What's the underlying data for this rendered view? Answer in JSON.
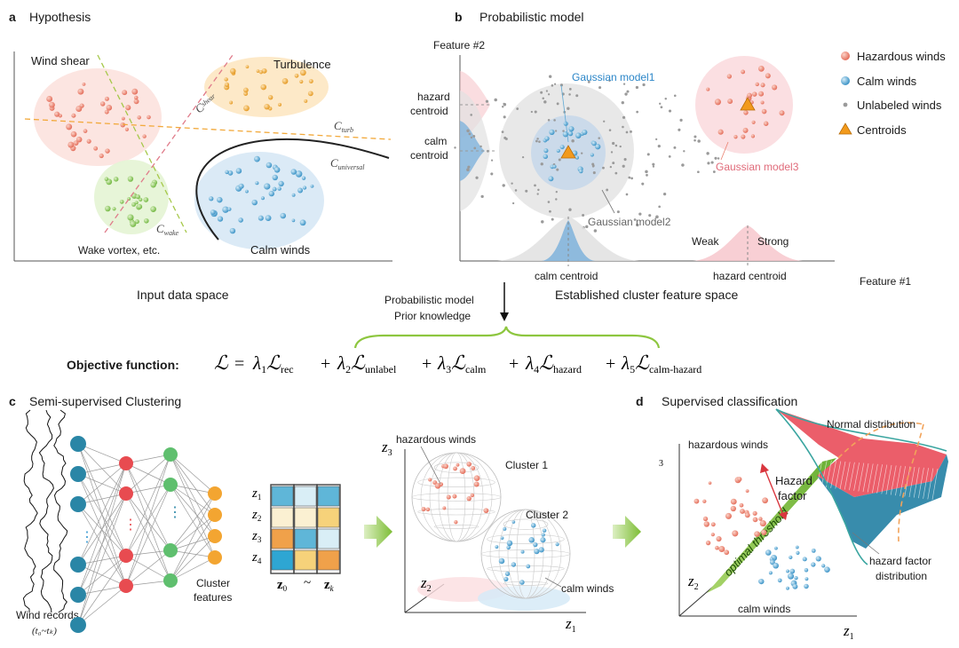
{
  "panel_a": {
    "letter": "a",
    "title": "Hypothesis",
    "wind_shear": "Wind shear",
    "turbulence": "Turbulence",
    "wake_vortex": "Wake vortex, etc.",
    "calm_winds": "Calm winds",
    "c_main": "C",
    "c_shear_sub": "shear",
    "c_turb_sub": "turb",
    "c_universal_sub": "universal",
    "c_wake_sub": "wake",
    "space_label": "Input data space"
  },
  "panel_b": {
    "letter": "b",
    "title": "Probabilistic model",
    "feature2": "Feature #2",
    "feature1": "Feature #1",
    "hazard_centroid_y": [
      "hazard",
      "centroid"
    ],
    "calm_centroid_y": [
      "calm",
      "centroid"
    ],
    "gm1": "Gaussian model1",
    "gm2": "Gaussian model2",
    "gm3": "Gaussian model3",
    "weak": "Weak",
    "strong": "Strong",
    "calm_centroid_x": "calm centroid",
    "hazard_centroid_x": "hazard centroid",
    "space_label": "Established cluster feature space",
    "legend": [
      "Hazardous winds",
      "Calm winds",
      "Unlabeled winds",
      "Centroids"
    ]
  },
  "objective": {
    "prior_lines": [
      "Probabilistic model",
      "Prior knowledge"
    ],
    "label": "Objective function:",
    "L": "ℒ",
    "eq": "=",
    "plus": "+",
    "terms": [
      {
        "lam": "λ",
        "idx": "1",
        "sub": "rec"
      },
      {
        "lam": "λ",
        "idx": "2",
        "sub": "unlabel"
      },
      {
        "lam": "λ",
        "idx": "3",
        "sub": "calm"
      },
      {
        "lam": "λ",
        "idx": "4",
        "sub": "hazard"
      },
      {
        "lam": "λ",
        "idx": "5",
        "sub": "calm-hazard"
      }
    ]
  },
  "panel_c": {
    "letter": "c",
    "title": "Semi-supervised Clustering",
    "wind_records": "Wind records",
    "time_range": "(t₀~tₖ)",
    "cluster_features": [
      "Cluster",
      "features"
    ],
    "z": "z",
    "z_subs": [
      "1",
      "2",
      "3",
      "4"
    ],
    "z_cols": [
      "0",
      "k"
    ],
    "tilde": "~",
    "hazardous_winds": "hazardous winds",
    "calm_winds": "calm winds",
    "cluster1": "Cluster 1",
    "cluster2": "Cluster 2",
    "axis_subs": [
      "3",
      "2",
      "1"
    ]
  },
  "panel_d": {
    "letter": "d",
    "title": "Supervised classification",
    "hazardous_winds": "hazardous winds",
    "calm_winds": "calm winds",
    "normal_distribution": "Normal distribution",
    "hazard_factor": [
      "Hazard",
      "factor"
    ],
    "optimal_threshold": "optimal threshold",
    "hazard_factor_distribution": [
      "hazard factor",
      "distribution"
    ],
    "axis_subs": [
      "3",
      "2",
      "1"
    ]
  },
  "colors": {
    "hazard": "#e9806f",
    "calm": "#5fa9d4",
    "turb": "#f0b04a",
    "wake": "#8cc85a",
    "green": "#8dc63f",
    "teal": "#2a86a6",
    "red_nn": "#e84b50",
    "green_nn": "#5fbf6e",
    "orange_nn": "#f3a531"
  }
}
